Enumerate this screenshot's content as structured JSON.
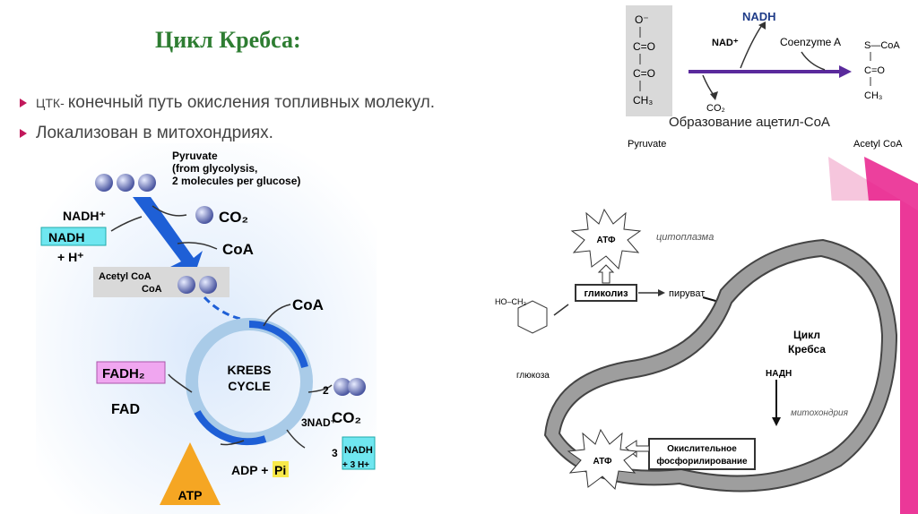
{
  "slide": {
    "title": "Цикл Кребса:",
    "bullets": [
      {
        "prefix": "ЦТК-",
        "text": "конечный путь окисления топливных молекул."
      },
      {
        "prefix": "",
        "text": "Локализован в митохондриях."
      }
    ]
  },
  "acetyl_panel": {
    "nadh": "NADH",
    "nad_plus": "NAD⁺",
    "coenzyme_a": "Coenzyme A",
    "co2": "CO₂",
    "caption": "Образование ацетил-CoA",
    "pyruvate_label": "Pyruvate",
    "acetyl_coa_label": "Acetyl CoA",
    "left_molecule": [
      "O⁻",
      "C=O",
      "C=O",
      "CH₃"
    ],
    "right_molecule": [
      "S—CoA",
      "C=O",
      "CH₃"
    ]
  },
  "krebs_panel": {
    "pyruvate_text": [
      "Pyruvate",
      "(from glycolysis,",
      "2 molecules per glucose)"
    ],
    "nadh_plus": "NADH⁺",
    "nadh_box": "NADH",
    "h_plus": "+ H⁺",
    "co2_top": "CO₂",
    "coa_top": "CoA",
    "acetyl_coa": "Acetyl CoA",
    "coa_small": "CoA",
    "coa_right": "CoA",
    "cycle_label_1": "KREBS",
    "cycle_label_2": "CYCLE",
    "fadh2": "FADH₂",
    "fad": "FAD",
    "co2_count": "2",
    "co2_bottom": "CO₂",
    "nad_3": "3NAD⁺",
    "nadh_3": "3",
    "nadh_3_box": "NADH",
    "h_3": "+ 3 H+",
    "adp": "ADP +",
    "pi": "Pi",
    "atp": "ATP"
  },
  "mito_panel": {
    "atf_top": "АТФ",
    "cytoplasm": "цитоплазма",
    "glycolysis": "гликолиз",
    "pyruvate": "пируват",
    "glucose": "глюкоза",
    "cycle_1": "Цикл",
    "cycle_2": "Кребса",
    "nadh": "НАДН",
    "mitochondrion": "митохондрия",
    "atf_bottom": "АТФ",
    "oxphos_1": "Окислительное",
    "oxphos_2": "фосфорилирование"
  },
  "colors": {
    "title": "#2e7d32",
    "bullet_marker": "#c2185b",
    "accent_pink": "#e91e8c",
    "cycle_blue": "#1e5fd6",
    "nadh_cyan": "#6fe6f0",
    "fadh_pink": "#f0a6f0",
    "atp_orange": "#f5a623",
    "arrow_purple": "#5a2a9c"
  }
}
